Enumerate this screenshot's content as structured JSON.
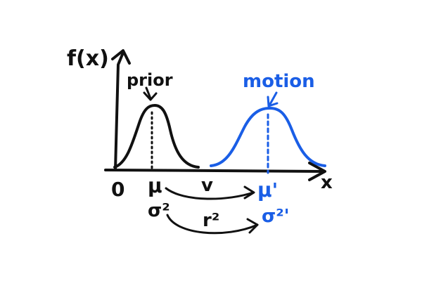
{
  "labels": {
    "y_axis": "f(x)",
    "x_axis": "x",
    "origin": "0",
    "prior": "prior",
    "motion": "motion",
    "mu": "μ",
    "v": "v",
    "mu_prime": "μ'",
    "sigma2": "σ²",
    "r2": "r²",
    "sigma2_prime": "σ²'"
  },
  "colors": {
    "prior": "#111111",
    "motion": "#1a5ee6"
  },
  "icons": {
    "arrow": "curved-arrow-icon"
  }
}
